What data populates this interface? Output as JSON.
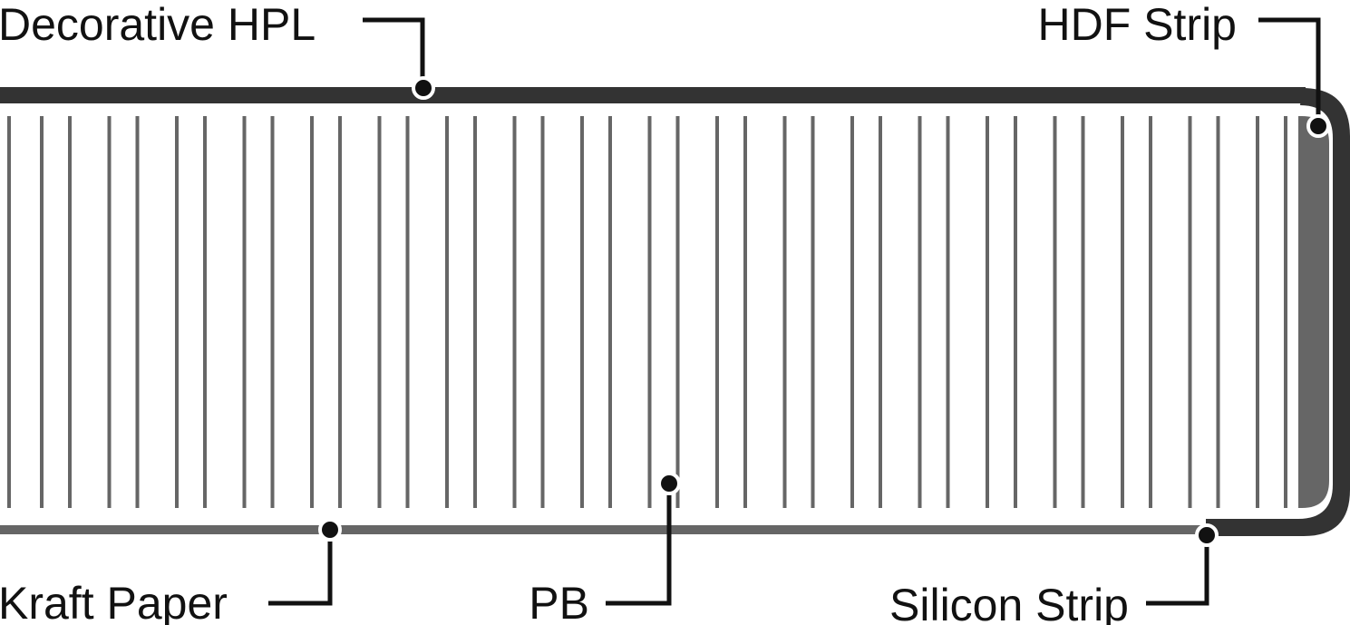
{
  "labels": {
    "decorative_hpl": "Decorative HPL",
    "hdf_strip": "HDF Strip",
    "kraft_paper": "Kraft Paper",
    "pb": "PB",
    "silicon_strip": "Silicon Strip"
  },
  "colors": {
    "background": "#ffffff",
    "hpl_layer": "#333333",
    "kraft_layer": "#666666",
    "hdf_strip": "#666666",
    "silicon_strip": "#333333",
    "pb_lines": "#666666",
    "leaders": "#111111"
  },
  "icons": {
    "leader_marker": "filled-circle"
  }
}
